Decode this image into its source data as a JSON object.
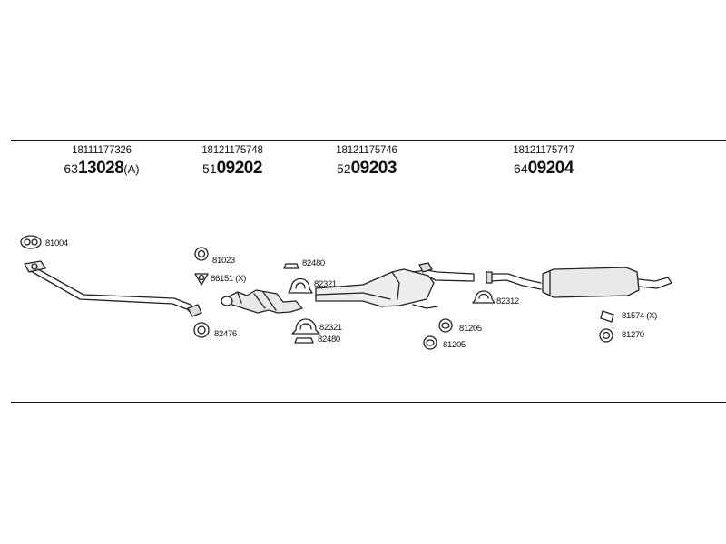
{
  "columns": [
    {
      "oem": "18111177326",
      "prefix": "63",
      "main": "13028",
      "suffix": "(A)"
    },
    {
      "oem": "18121175748",
      "prefix": "51",
      "main": "09202",
      "suffix": ""
    },
    {
      "oem": "18121175746",
      "prefix": "52",
      "main": "09203",
      "suffix": ""
    },
    {
      "oem": "18121175747",
      "prefix": "64",
      "main": "09204",
      "suffix": ""
    }
  ],
  "parts": {
    "p81004": "81004",
    "p81023": "81023",
    "p86151": "86151 (X)",
    "p82476": "82476",
    "p82480a": "82480",
    "p82321a": "82321",
    "p82321b": "82321",
    "p82480b": "82480",
    "p82312": "82312",
    "p81205a": "81205",
    "p81205b": "81205",
    "p81574": "81574 (X)",
    "p81270": "81270"
  }
}
